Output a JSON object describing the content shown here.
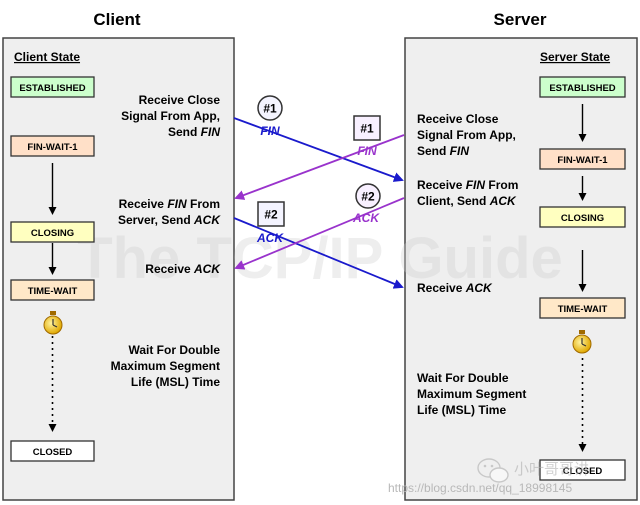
{
  "headers": {
    "client": "Client",
    "server": "Server"
  },
  "client_panel": {
    "title": "Client State",
    "states": [
      "ESTABLISHED",
      "FIN-WAIT-1",
      "CLOSING",
      "TIME-WAIT",
      "CLOSED"
    ],
    "labels": {
      "receive_close_1": "Receive Close",
      "receive_close_2": "Signal From App,",
      "receive_close_3_pre": "Send ",
      "receive_close_3_it": "FIN",
      "receive_fin_1_pre": "Receive ",
      "receive_fin_1_it": "FIN",
      "receive_fin_1_post": " From",
      "receive_fin_2_pre": "Server, Send ",
      "receive_fin_2_it": "ACK",
      "receive_ack_pre": "Receive ",
      "receive_ack_it": "ACK",
      "wait_1": "Wait For Double",
      "wait_2": "Maximum Segment",
      "wait_3": "Life (MSL) Time"
    }
  },
  "server_panel": {
    "title": "Server State",
    "states": [
      "ESTABLISHED",
      "FIN-WAIT-1",
      "CLOSING",
      "TIME-WAIT",
      "CLOSED"
    ],
    "labels": {
      "receive_close_1": "Receive Close",
      "receive_close_2": "Signal From App,",
      "receive_close_3_pre": "Send ",
      "receive_close_3_it": "FIN",
      "receive_fin_1_pre": "Receive ",
      "receive_fin_1_it": "FIN",
      "receive_fin_1_post": " From",
      "receive_fin_2_pre": "Client, Send ",
      "receive_fin_2_it": "ACK",
      "receive_ack_pre": "Receive ",
      "receive_ack_it": "ACK",
      "wait_1": "Wait For Double",
      "wait_2": "Maximum Segment",
      "wait_3": "Life (MSL) Time"
    }
  },
  "messages": {
    "client_fin": {
      "badge": "#1",
      "label": "FIN"
    },
    "server_fin": {
      "badge": "#1",
      "label": "FIN"
    },
    "server_ack": {
      "badge": "#2",
      "label": "ACK"
    },
    "client_ack": {
      "badge": "#2",
      "label": "ACK"
    }
  },
  "watermark": "The TCP/IP Guide",
  "footer": {
    "wechat_name": "小叶哥哥讲",
    "url": "https://blog.csdn.net/qq_18998145"
  },
  "colors": {
    "established": "#ccffcc",
    "fin_wait": "#ffe0c8",
    "closing": "#ffffc0",
    "time_wait": "#ffe8c8",
    "closed": "#ffffff",
    "panel": "#efefef",
    "client_arrow": "#1a1acc",
    "server_arrow": "#9933cc"
  }
}
